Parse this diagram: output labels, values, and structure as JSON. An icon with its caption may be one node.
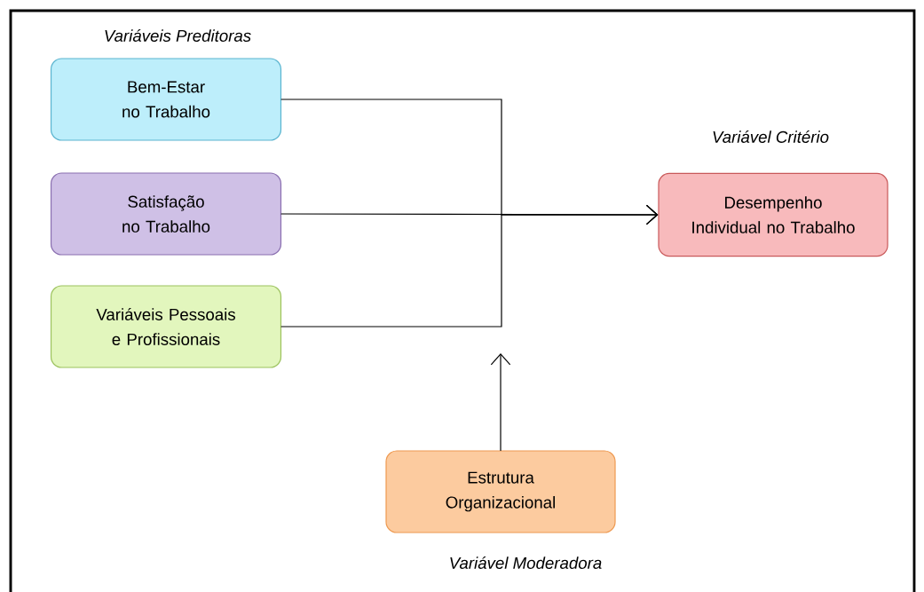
{
  "diagram": {
    "nodes": [
      {
        "text": [
          "Bem-Estar no Trabalho"
        ]
      },
      {
        "text": [
          "Satisfação no Trabalho"
        ]
      },
      {
        "text": [
          "Variáveis Pessoais e Profissionais"
        ]
      },
      {
        "text": [
          "Desempenho Individual no Trabalho"
        ],
        "beside": [
          "Variável Critério"
        ]
      },
      {
        "text": [
          "Estrutura Organizacional"
        ],
        "beside": [
          "Variável Moderadora"
        ]
      }
    ],
    "edges": [
      {
        "from": 0,
        "to": 3,
        "arrow": "to"
      },
      {
        "from": 1,
        "to": 3,
        "arrow": "to"
      },
      {
        "from": 2,
        "to": 3,
        "arrow": "to"
      },
      {
        "from": 4,
        "to": null,
        "arrow": "to"
      }
    ],
    "labels": [
      "Variáveis Preditoras"
    ]
  }
}
